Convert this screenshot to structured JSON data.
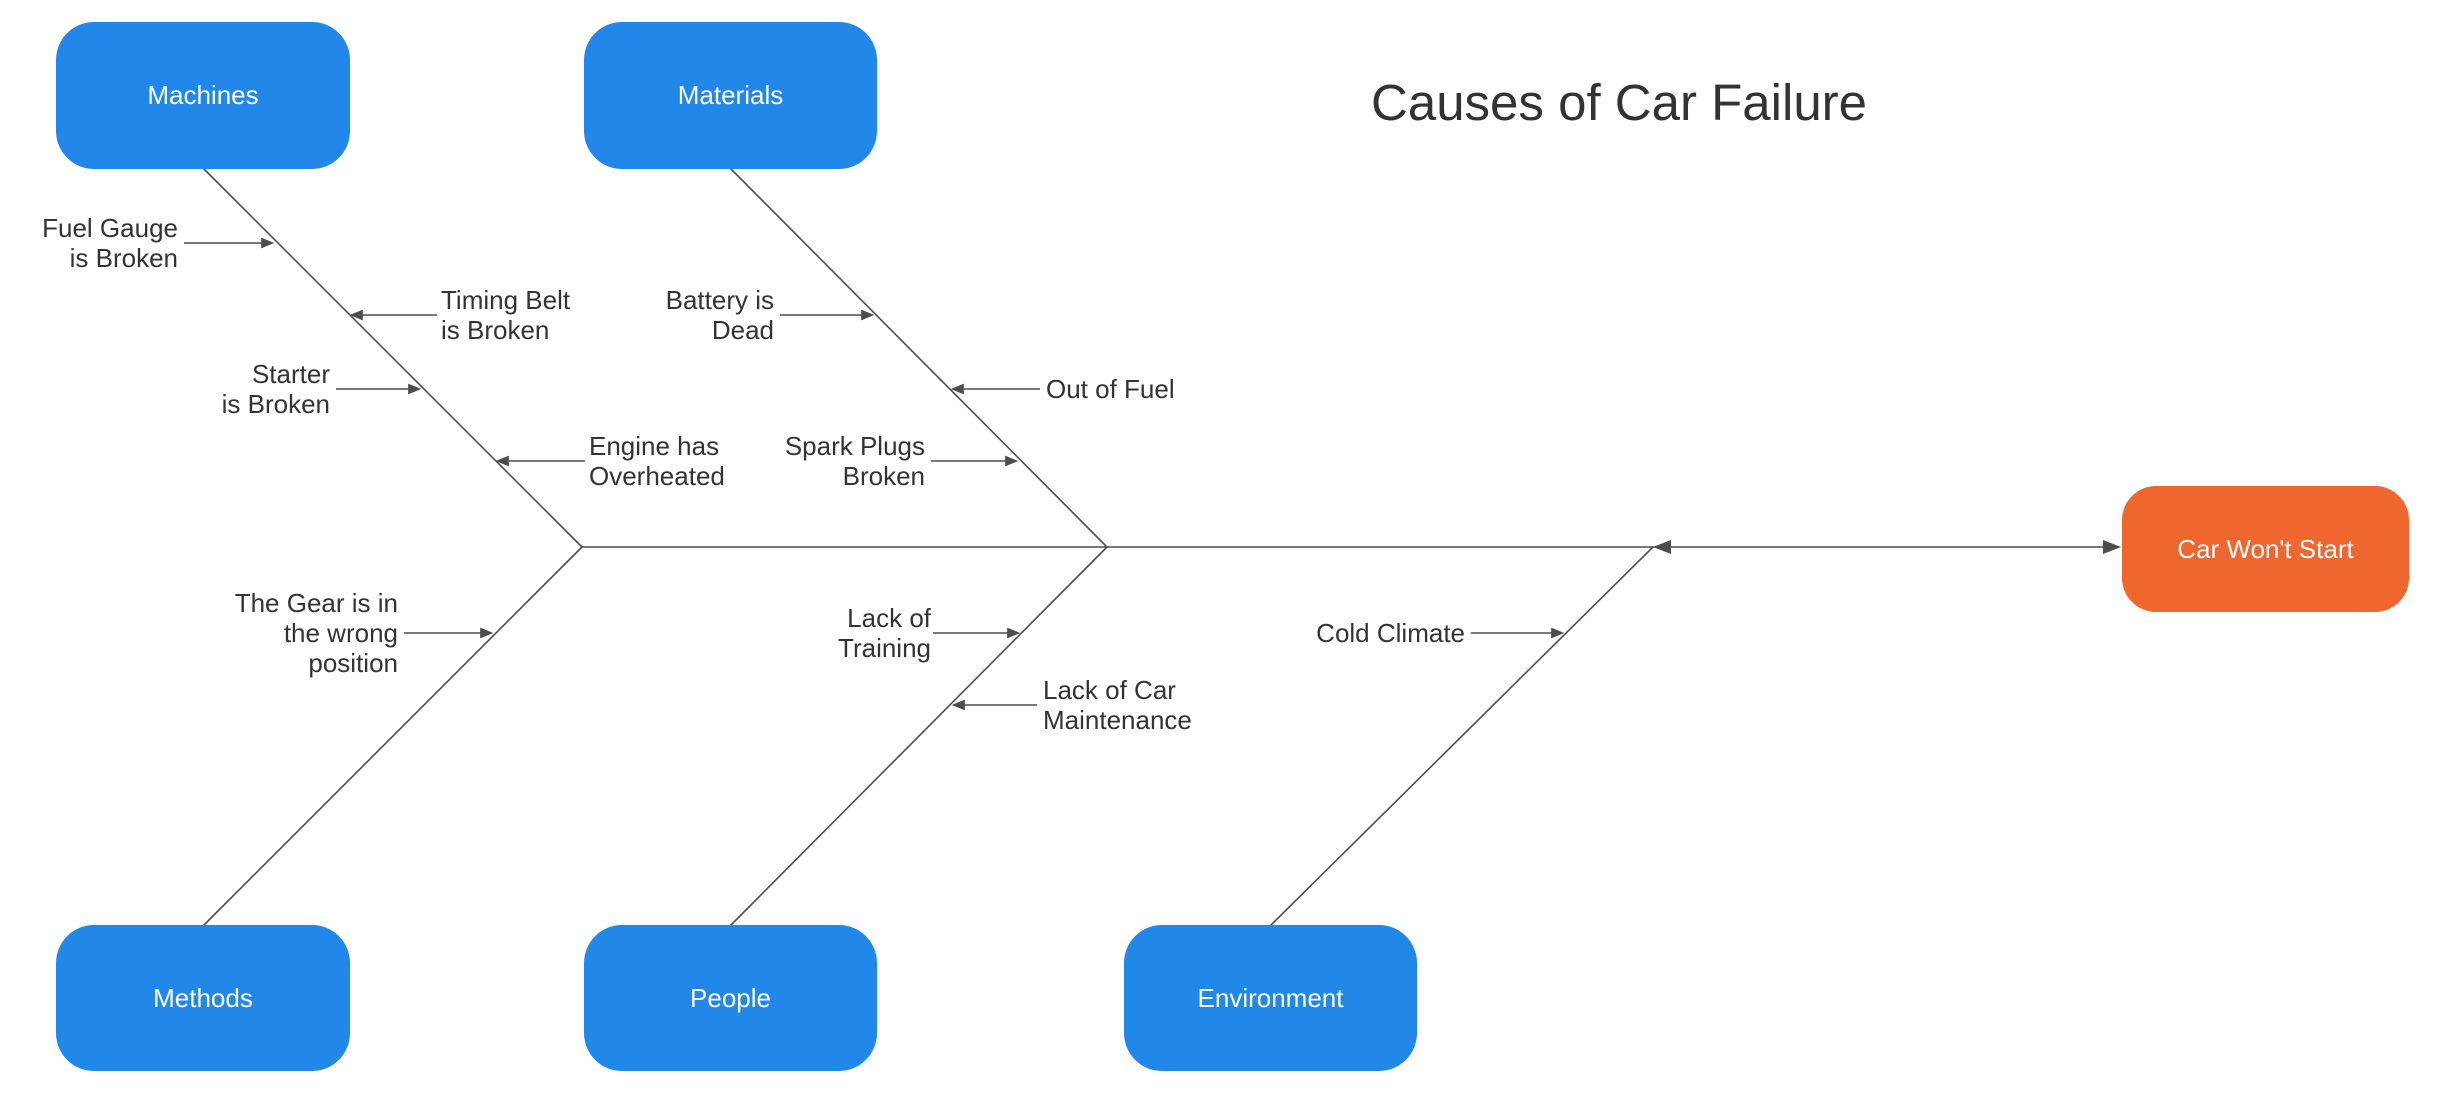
{
  "diagram_type": "fishbone",
  "title": "Causes of Car Failure",
  "effect": {
    "label": "Car Won't Start"
  },
  "categories": {
    "machines": {
      "label": "Machines",
      "position": "top-left"
    },
    "materials": {
      "label": "Materials",
      "position": "top-middle"
    },
    "methods": {
      "label": "Methods",
      "position": "bottom-left"
    },
    "people": {
      "label": "People",
      "position": "bottom-middle"
    },
    "environment": {
      "label": "Environment",
      "position": "bottom-right"
    }
  },
  "causes": {
    "fuel_gauge": {
      "category": "Machines",
      "text": "Fuel Gauge\nis Broken"
    },
    "timing_belt": {
      "category": "Machines",
      "text": "Timing Belt\nis Broken"
    },
    "starter": {
      "category": "Machines",
      "text": "Starter\nis Broken"
    },
    "engine_overheated": {
      "category": "Machines",
      "text": "Engine has\nOverheated"
    },
    "battery_dead": {
      "category": "Materials",
      "text": "Battery is\nDead"
    },
    "out_of_fuel": {
      "category": "Materials",
      "text": "Out of Fuel"
    },
    "spark_plugs_broken": {
      "category": "Materials",
      "text": "Spark Plugs\nBroken"
    },
    "gear_wrong_position": {
      "category": "Methods",
      "text": "The Gear is in\nthe wrong\nposition"
    },
    "lack_of_training": {
      "category": "People",
      "text": "Lack of\nTraining"
    },
    "lack_of_car_maintenance": {
      "category": "People",
      "text": "Lack of Car\nMaintenance"
    },
    "cold_climate": {
      "category": "Environment",
      "text": "Cold Climate"
    }
  },
  "colors": {
    "category_fill": "#2187E8",
    "effect_fill": "#F0662F",
    "line": "#4D4D4D",
    "text": "#333333",
    "box_text": "#FFFFFF",
    "background": "#FFFFFF"
  }
}
